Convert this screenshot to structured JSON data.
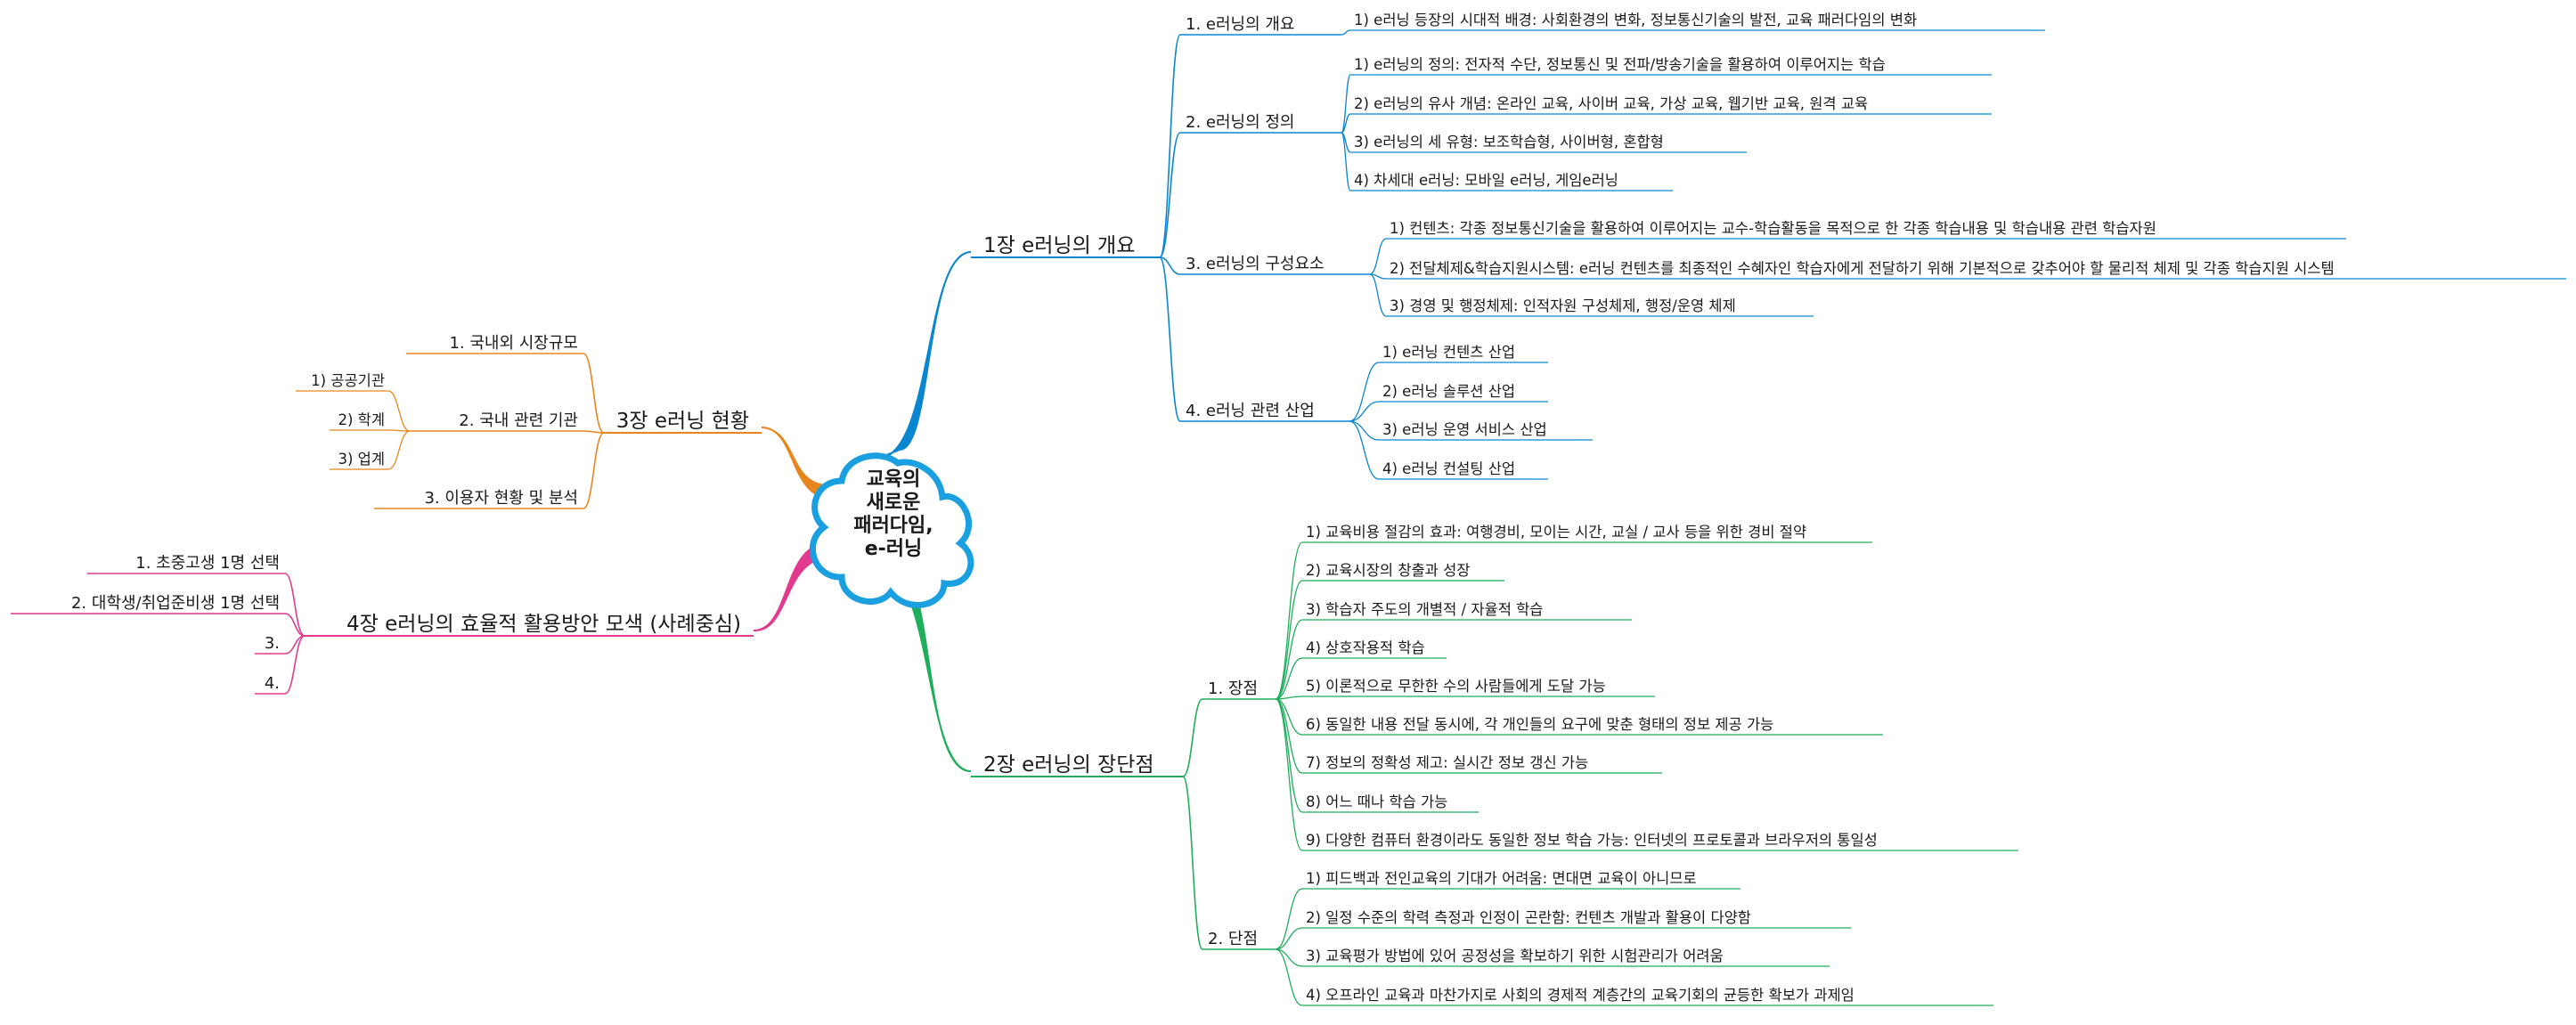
{
  "center": {
    "lines": [
      "교육의",
      "새로운",
      "패러다임,",
      "e-러닝"
    ],
    "stroke": "#1aa0e0"
  },
  "branches": [
    {
      "label": "1장 e러닝의 개요",
      "color": "#0a86d0",
      "side": "right",
      "children": [
        {
          "label": "1. e러닝의 개요",
          "children": [
            "1) e러닝 등장의 시대적 배경: 사회환경의 변화, 정보통신기술의 발전, 교육 패러다임의 변화"
          ]
        },
        {
          "label": "2. e러닝의 정의",
          "children": [
            "1) e러닝의 정의: 전자적 수단, 정보통신 및 전파/방송기술을 활용하여 이루어지는 학습",
            "2) e러닝의 유사 개념: 온라인 교육, 사이버 교육, 가상 교육, 웹기반 교육, 원격 교육",
            "3) e러닝의 세 유형: 보조학습형, 사이버형, 혼합형",
            "4) 차세대 e러닝: 모바일 e러닝, 게임e러닝"
          ]
        },
        {
          "label": "3. e러닝의 구성요소",
          "children": [
            "1) 컨텐츠: 각종 정보통신기술을 활용하여 이루어지는 교수-학습활동을 목적으로 한 각종 학습내용 및 학습내용 관련 학습자원",
            "2) 전달체제&학습지원시스템: e러닝 컨텐츠를 최종적인 수혜자인 학습자에게 전달하기 위해 기본적으로 갖추어야 할 물리적 체제 및 각종 학습지원 시스템",
            "3) 경영 및 행정체제: 인적자원 구성체제, 행정/운영 체제"
          ]
        },
        {
          "label": "4. e러닝 관련 산업",
          "children": [
            "1) e러닝 컨텐츠 산업",
            "2) e러닝 솔루션 산업",
            "3) e러닝 운영 서비스 산업",
            "4) e러닝 컨설팅 산업"
          ]
        }
      ]
    },
    {
      "label": "2장 e러닝의 장단점",
      "color": "#1fae5b",
      "side": "right",
      "children": [
        {
          "label": "1. 장점",
          "children": [
            "1) 교육비용 절감의 효과: 여행경비, 모이는 시간, 교실 / 교사 등을 위한 경비 절약",
            "2) 교육시장의 창출과 성장",
            "3) 학습자 주도의 개별적 / 자율적 학습",
            "4) 상호작용적 학습",
            "5) 이론적으로 무한한 수의 사람들에게 도달 가능",
            "6) 동일한 내용 전달 동시에, 각 개인들의 요구에 맞춘 형태의 정보 제공 가능",
            "7) 정보의 정확성 제고: 실시간 정보 갱신 가능",
            "8) 어느 때나 학습 가능",
            "9) 다양한 컴퓨터 환경이라도 동일한 정보 학습 가능: 인터넷의 프로토콜과 브라우저의 통일성"
          ]
        },
        {
          "label": "2. 단점",
          "children": [
            "1) 피드백과 전인교육의 기대가 어려움: 면대면 교육이 아니므로",
            "2) 일정 수준의 학력 측정과 인정이 곤란함: 컨텐츠 개발과 활용이 다양함",
            "3) 교육평가 방법에 있어 공정성을 확보하기 위한 시험관리가 어려움",
            "4) 오프라인 교육과 마찬가지로 사회의 경제적 계층간의 교육기회의 균등한 확보가 과제임"
          ]
        }
      ]
    },
    {
      "label": "3장 e러닝 현황",
      "color": "#e8861e",
      "side": "left",
      "children": [
        {
          "label": "1. 국내외 시장규모",
          "children": []
        },
        {
          "label": "2. 국내 관련 기관",
          "children": [
            "1) 공공기관",
            "2) 학계",
            "3) 업계"
          ]
        },
        {
          "label": "3. 이용자 현황 및 분석",
          "children": []
        }
      ]
    },
    {
      "label": "4장 e러닝의 효율적 활용방안 모색 (사례중심)",
      "color": "#e23b8e",
      "side": "left",
      "children": [
        {
          "label": "1. 초중고생 1명 선택",
          "children": []
        },
        {
          "label": "2. 대학생/취업준비생 1명 선택",
          "children": []
        },
        {
          "label": "3.",
          "children": []
        },
        {
          "label": "4.",
          "children": []
        }
      ]
    }
  ]
}
